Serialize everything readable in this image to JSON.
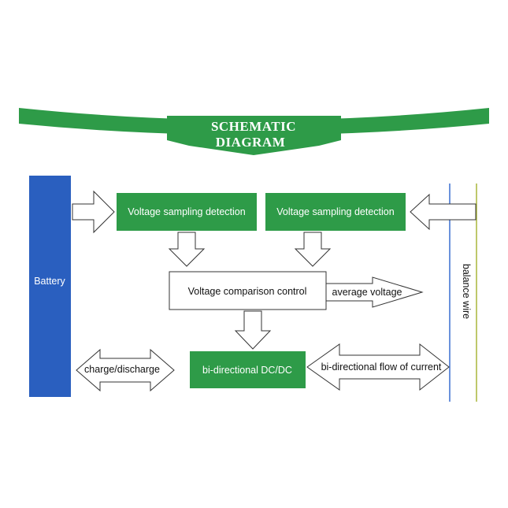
{
  "banner": {
    "title_line1": "SCHEMATIC",
    "title_line2": "DIAGRAM"
  },
  "nodes": {
    "battery": "Battery",
    "voltage_sampling_left": "Voltage sampling detection",
    "voltage_sampling_right": "Voltage sampling detection",
    "voltage_comparison": "Voltage comparison control",
    "average_voltage": "average voltage",
    "charge_discharge": "charge/discharge",
    "bidirectional_dcdc": "bi-directional DC/DC",
    "bidirectional_flow": "bi-directional flow of current",
    "balance_wire": "balance wire"
  },
  "colors": {
    "green": "#2e9b48",
    "blue": "#2a5fbf",
    "balance_line_blue": "#3a6fd0",
    "balance_line_olive": "#a9b63a"
  }
}
